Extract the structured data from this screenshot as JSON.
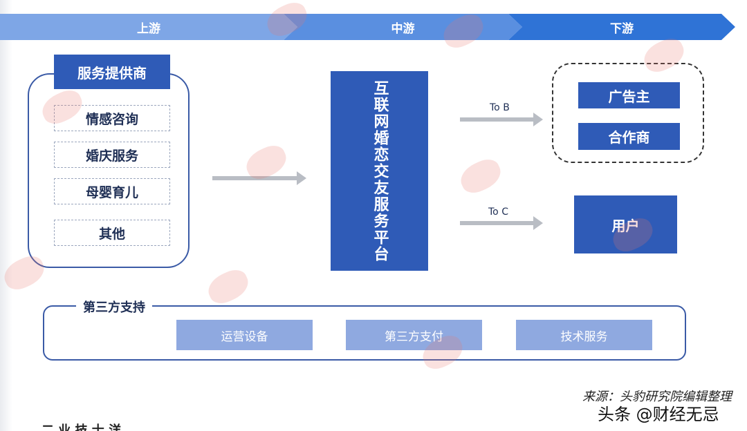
{
  "stages": {
    "upstream": "上游",
    "midstream": "中游",
    "downstream": "下游"
  },
  "providers": {
    "title": "服务提供商",
    "items": [
      "情感咨询",
      "婚庆服务",
      "母婴育儿",
      "其他"
    ]
  },
  "platform": {
    "label": "互联网婚恋交友服务平台"
  },
  "flows": {
    "to_b": "To B",
    "to_c": "To C"
  },
  "downstream": {
    "b_items": [
      "广告主",
      "合作商"
    ],
    "c_item": "用户"
  },
  "third_party": {
    "title": "第三方支持",
    "items": [
      "运营设备",
      "第三方支付",
      "技术服务"
    ]
  },
  "source": "来源：头豹研究院编辑整理",
  "account_watermark": "头条 @财经无忌",
  "cut_off_text": "二 业 技 士 洋"
}
